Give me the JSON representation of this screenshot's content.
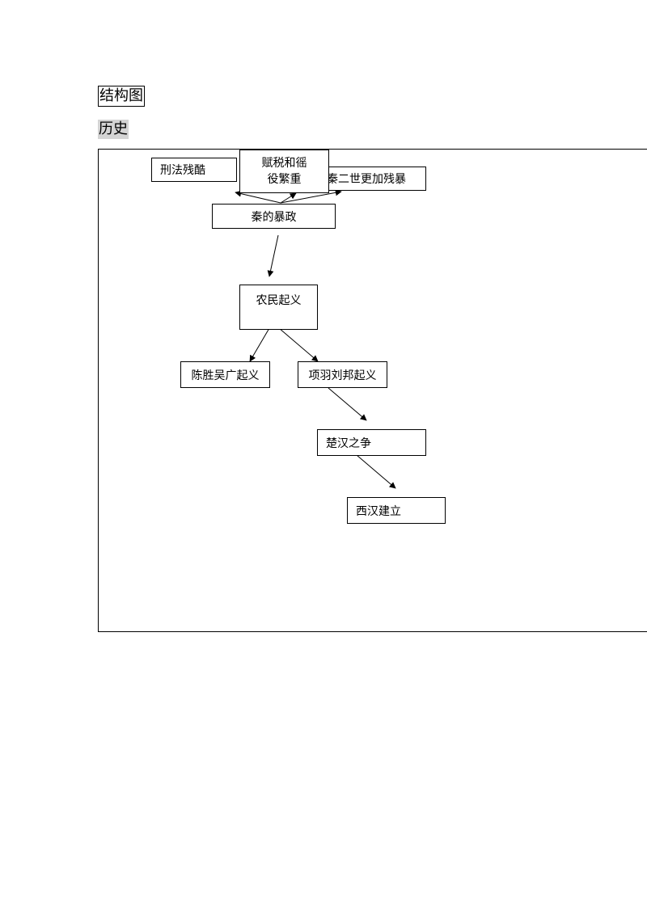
{
  "heading": "结构图",
  "subject": "历史",
  "diagram": {
    "nodes": {
      "harsh_laws": "刑法残酷",
      "heavy_taxes": "赋税和徭\n役繁重",
      "second_emperor": "秦二世更加残暴",
      "qin_tyranny": "秦的暴政",
      "peasant_uprising": "农民起义",
      "chen_wu": "陈胜吴广起义",
      "xiang_liu": "项羽刘邦起义",
      "chu_han_war": "楚汉之争",
      "western_han": "西汉建立"
    }
  }
}
